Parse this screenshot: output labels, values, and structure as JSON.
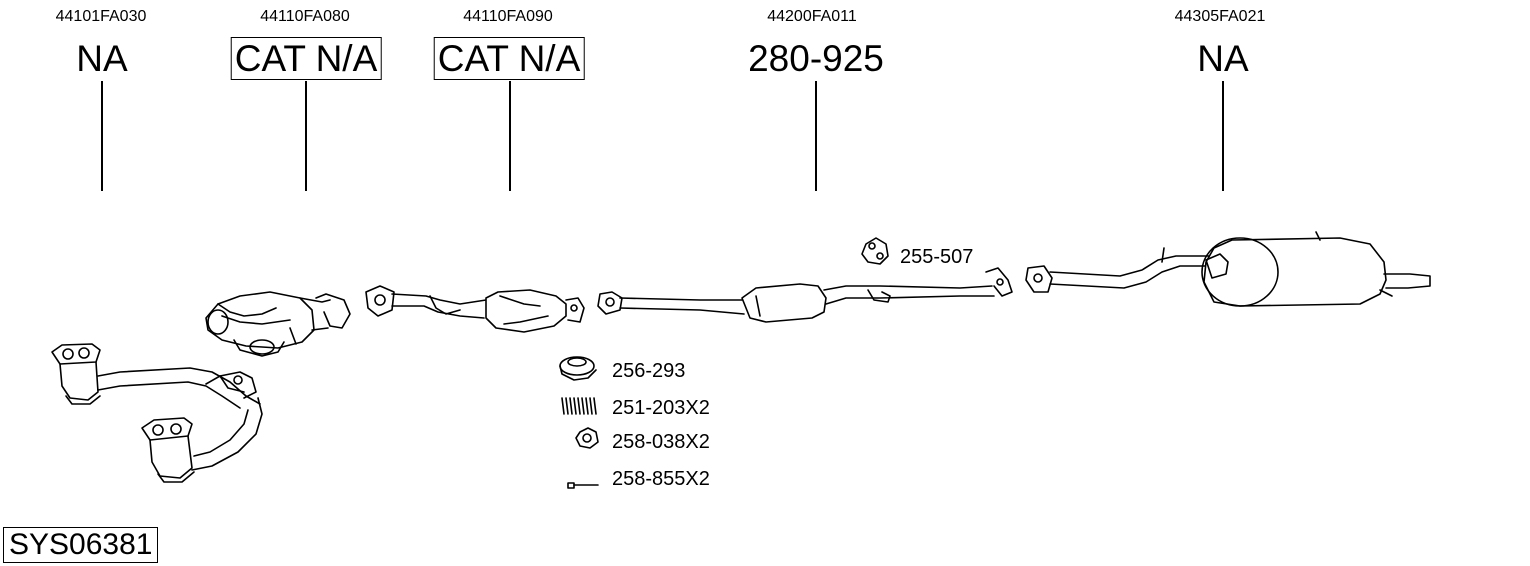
{
  "parts": [
    {
      "oe": "44101FA030",
      "ref": "NA",
      "boxed": false
    },
    {
      "oe": "44110FA080",
      "ref": "CAT N/A",
      "boxed": true
    },
    {
      "oe": "44110FA090",
      "ref": "CAT N/A",
      "boxed": true
    },
    {
      "oe": "44200FA011",
      "ref": "280-925",
      "boxed": false
    },
    {
      "oe": "44305FA021",
      "ref": "NA",
      "boxed": false
    }
  ],
  "accessories": {
    "hanger": "255-507",
    "gasket": "256-293",
    "spring": "251-203X2",
    "nut": "258-038X2",
    "bolt": "258-855X2"
  },
  "system_code": "SYS06381"
}
